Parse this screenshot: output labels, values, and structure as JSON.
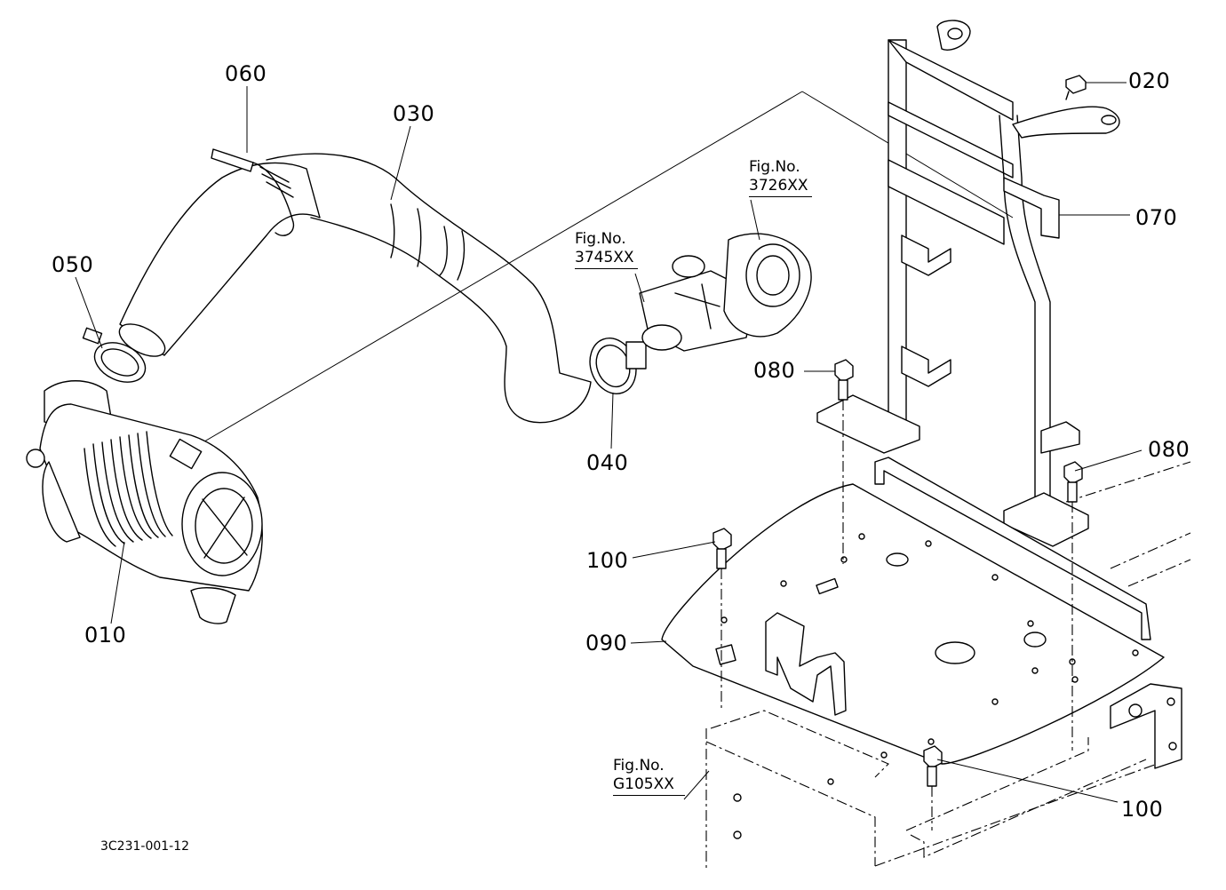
{
  "diagram": {
    "part_labels": {
      "p010": "010",
      "p020": "020",
      "p030": "030",
      "p040": "040",
      "p050": "050",
      "p060": "060",
      "p070": "070",
      "p080a": "080",
      "p080b": "080",
      "p090": "090",
      "p100a": "100",
      "p100b": "100"
    },
    "figure_refs": [
      {
        "label": "Fig.No.",
        "number": "3726XX"
      },
      {
        "label": "Fig.No.",
        "number": "3745XX"
      },
      {
        "label": "Fig.No.",
        "number": "G105XX"
      }
    ],
    "doc_id": "3C231-001-12",
    "line_color": "#000000",
    "background": "#ffffff"
  }
}
